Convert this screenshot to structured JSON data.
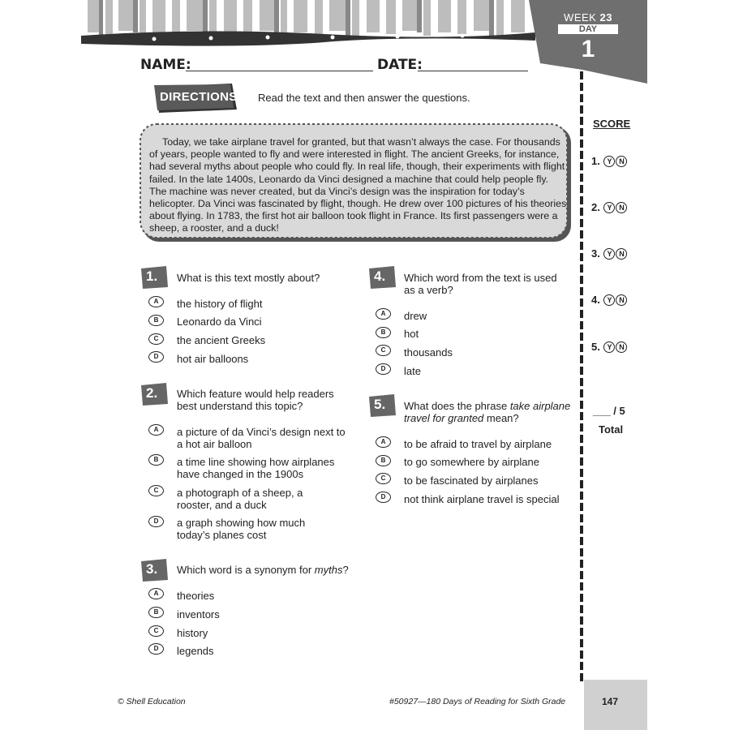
{
  "header": {
    "week_label": "WEEK",
    "week_num": "23",
    "day_label": "DAY",
    "day_num": "1"
  },
  "form": {
    "name_label": "NAME:",
    "date_label": "DATE:"
  },
  "directions": {
    "badge": "DIRECTIONS",
    "text": "Read the text and then answer the questions."
  },
  "passage": "Today, we take airplane travel for granted, but that wasn’t always the case. For thousands of years, people wanted to fly and were interested in flight. The ancient Greeks, for instance, had several myths about people who could fly. In real life, though, their experiments with flight failed. In the late 1400s, Leonardo da Vinci designed a machine that could help people fly. The machine was never created, but da Vinci’s design was the inspiration for today’s helicopter. Da Vinci was fascinated by flight, though. He drew over 100 pictures of his theories about flying. In 1783, the first hot air balloon took flight in France. Its first passengers were a sheep, a rooster, and a duck!",
  "score": {
    "title": "SCORE",
    "items": [
      "1.",
      "2.",
      "3.",
      "4.",
      "5."
    ],
    "yes": "Y",
    "no": "N",
    "total": "___ / 5",
    "total_label": "Total"
  },
  "questions": [
    {
      "num": "1.",
      "text": "What is this text mostly about?",
      "options": [
        {
          "letter": "A",
          "text": "the history of flight"
        },
        {
          "letter": "B",
          "text": "Leonardo da Vinci"
        },
        {
          "letter": "C",
          "text": "the ancient Greeks"
        },
        {
          "letter": "D",
          "text": "hot air balloons"
        }
      ]
    },
    {
      "num": "2.",
      "text": "Which feature would help readers best understand this topic?",
      "options": [
        {
          "letter": "A",
          "text": "a picture of da Vinci’s design next to a hot air balloon"
        },
        {
          "letter": "B",
          "text": "a time line showing how airplanes have changed in the 1900s"
        },
        {
          "letter": "C",
          "text": "a photograph of a sheep, a rooster, and a duck"
        },
        {
          "letter": "D",
          "text": "a graph showing how much today’s planes cost"
        }
      ]
    },
    {
      "num": "3.",
      "text_before": "Which word is a synonym for ",
      "text_em": "myths",
      "text_after": "?",
      "options": [
        {
          "letter": "A",
          "text": "theories"
        },
        {
          "letter": "B",
          "text": "inventors"
        },
        {
          "letter": "C",
          "text": "history"
        },
        {
          "letter": "D",
          "text": "legends"
        }
      ]
    },
    {
      "num": "4.",
      "text": "Which word from the text is used as a verb?",
      "options": [
        {
          "letter": "A",
          "text": "drew"
        },
        {
          "letter": "B",
          "text": "hot"
        },
        {
          "letter": "C",
          "text": "thousands"
        },
        {
          "letter": "D",
          "text": "late"
        }
      ]
    },
    {
      "num": "5.",
      "text_before": "What does the phrase ",
      "text_em": "take airplane travel for granted",
      "text_after": " mean?",
      "options": [
        {
          "letter": "A",
          "text": "to be afraid to travel by airplane"
        },
        {
          "letter": "B",
          "text": "to go somewhere by airplane"
        },
        {
          "letter": "C",
          "text": "to be fascinated by airplanes"
        },
        {
          "letter": "D",
          "text": "not think airplane travel is special"
        }
      ]
    }
  ],
  "footer": {
    "left": "© Shell Education",
    "center": "#50927—180 Days of Reading for Sixth Grade",
    "page": "147"
  }
}
